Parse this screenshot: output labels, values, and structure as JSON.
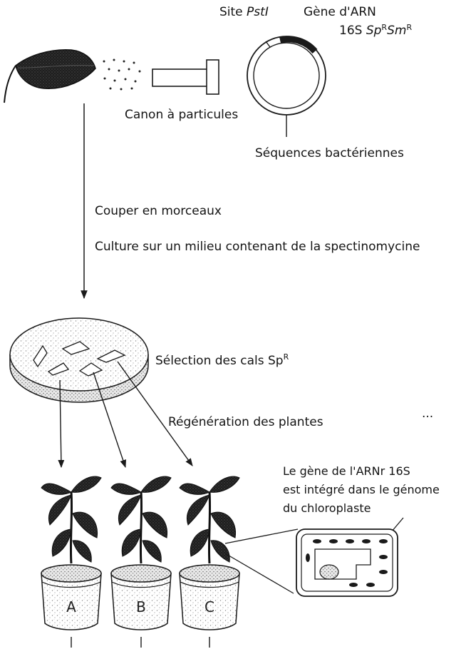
{
  "plasmid": {
    "site_label_prefix": "Site ",
    "site_label_italic": "PstI",
    "gene_label_line1": "Gène d'ARN",
    "gene_label_line2_prefix": "16S ",
    "gene_label_sp": "Sp",
    "gene_label_sm": "Sm",
    "resistance_superscript": "R",
    "bacterial_sequences": "Séquences bactériennes"
  },
  "gun_label": "Canon à particules",
  "steps": {
    "cut": "Couper en morceaux",
    "culture": "Culture sur un milieu contenant de la spectinomycine"
  },
  "selection": {
    "label_prefix": "Sélection des cals Sp",
    "label_superscript": "R"
  },
  "regeneration": "Régénération des plantes",
  "chloroplast_note": {
    "line1": "Le gène de l'ARNr 16S",
    "line2": "est intégré dans le génome",
    "line3": "du chloroplaste"
  },
  "pots": [
    "A",
    "B",
    "C"
  ],
  "ellipsis": "..."
}
